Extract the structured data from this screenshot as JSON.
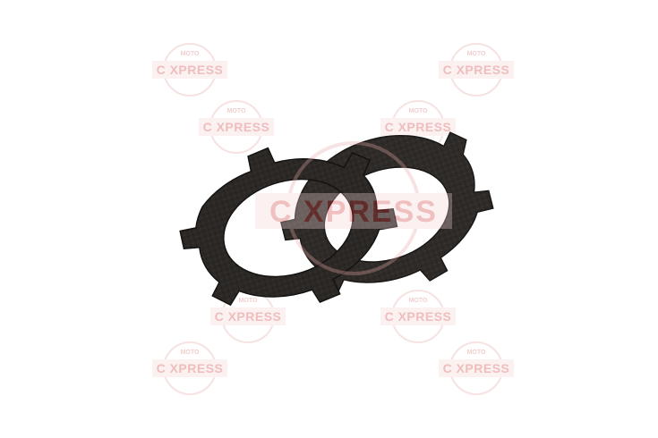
{
  "image": {
    "subject": "two-clutch-plates",
    "background_color": "#ffffff",
    "plate_color": "#2a2724"
  },
  "watermark": {
    "brand_text": "C  XPRESS",
    "top_text": "MOTO",
    "sub_text": "",
    "color": "#d23a3a"
  }
}
